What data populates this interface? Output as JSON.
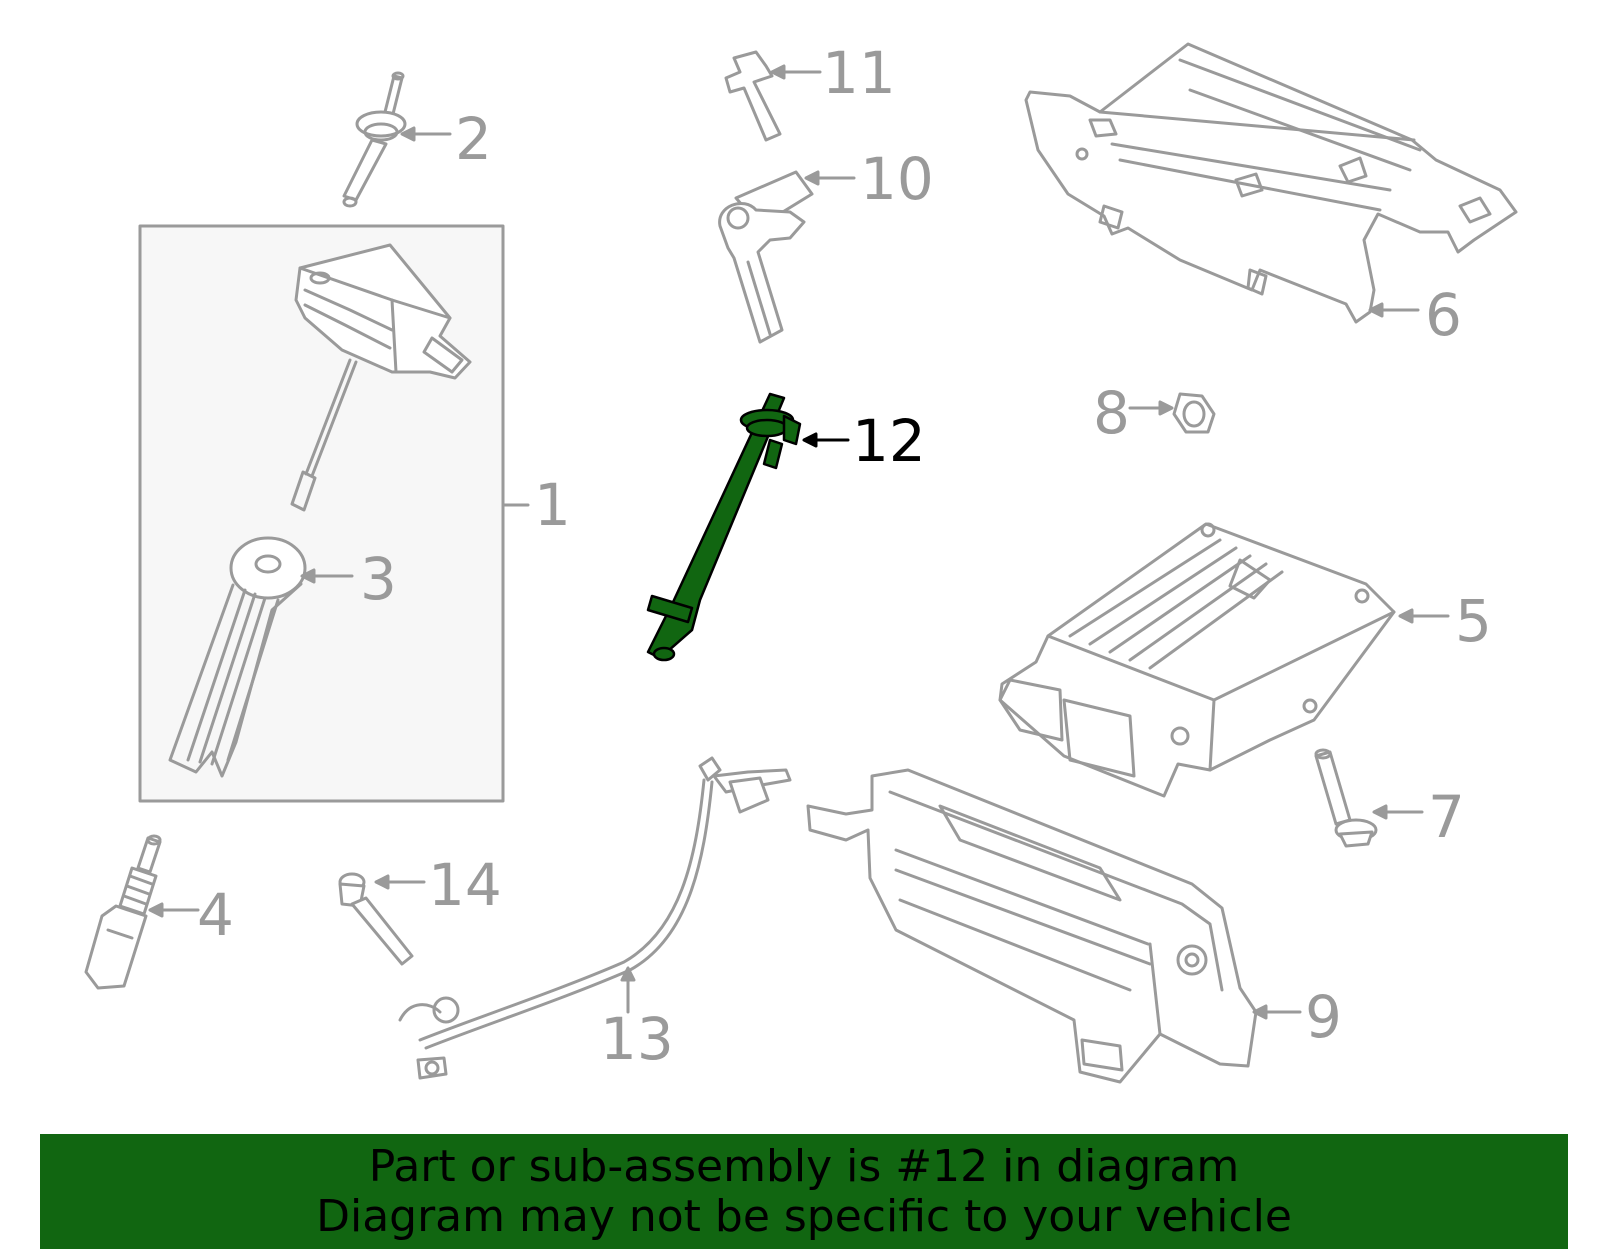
{
  "colors": {
    "line_art": "#9a9a9a",
    "group_box_fill": "#f7f7f7",
    "highlight_part": "#116611",
    "highlight_label": "#000000",
    "banner_bg": "#116611",
    "banner_text": "#000000"
  },
  "callouts": [
    {
      "id": "1",
      "label": "1"
    },
    {
      "id": "2",
      "label": "2"
    },
    {
      "id": "3",
      "label": "3"
    },
    {
      "id": "4",
      "label": "4"
    },
    {
      "id": "5",
      "label": "5"
    },
    {
      "id": "6",
      "label": "6"
    },
    {
      "id": "7",
      "label": "7"
    },
    {
      "id": "8",
      "label": "8"
    },
    {
      "id": "9",
      "label": "9"
    },
    {
      "id": "10",
      "label": "10"
    },
    {
      "id": "11",
      "label": "11"
    },
    {
      "id": "12",
      "label": "12",
      "highlighted": true
    },
    {
      "id": "13",
      "label": "13"
    },
    {
      "id": "14",
      "label": "14"
    }
  ],
  "banner": {
    "line1": "Part or sub-assembly is #12 in diagram",
    "line2": "Diagram may not be specific to your vehicle"
  }
}
